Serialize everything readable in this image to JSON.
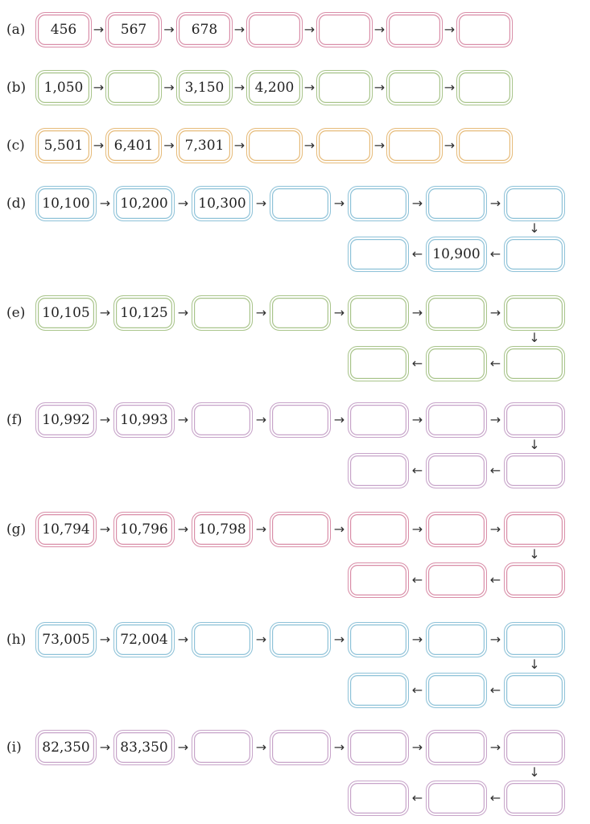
{
  "colors": {
    "pink": "#d98ea8",
    "green": "#a8c48a",
    "orange": "#e6bb7a",
    "blue": "#8ec2d8",
    "lilac": "#c7a4c9",
    "text": "#222222"
  },
  "icons": {
    "right": "arrow-right-icon",
    "left": "arrow-left-icon",
    "down": "arrow-down-icon"
  },
  "rows": [
    {
      "label": "(a)",
      "color": "pink",
      "top_values": [
        "456",
        "567",
        "678",
        "",
        "",
        "",
        ""
      ]
    },
    {
      "label": "(b)",
      "color": "green",
      "top_values": [
        "1,050",
        "",
        "3,150",
        "4,200",
        "",
        "",
        ""
      ]
    },
    {
      "label": "(c)",
      "color": "orange",
      "top_values": [
        "5,501",
        "6,401",
        "7,301",
        "",
        "",
        "",
        ""
      ]
    },
    {
      "label": "(d)",
      "color": "blue",
      "top_values": [
        "10,100",
        "10,200",
        "10,300",
        "",
        "",
        "",
        ""
      ],
      "bottom_values": [
        "",
        "10,900",
        ""
      ]
    },
    {
      "label": "(e)",
      "color": "green",
      "top_values": [
        "10,105",
        "10,125",
        "",
        "",
        "",
        "",
        ""
      ],
      "bottom_values": [
        "",
        "",
        ""
      ]
    },
    {
      "label": "(f)",
      "color": "lilac",
      "top_values": [
        "10,992",
        "10,993",
        "",
        "",
        "",
        "",
        ""
      ],
      "bottom_values": [
        "",
        "",
        ""
      ]
    },
    {
      "label": "(g)",
      "color": "pink",
      "top_values": [
        "10,794",
        "10,796",
        "10,798",
        "",
        "",
        "",
        ""
      ],
      "bottom_values": [
        "",
        "",
        ""
      ]
    },
    {
      "label": "(h)",
      "color": "blue",
      "top_values": [
        "73,005",
        "72,004",
        "",
        "",
        "",
        "",
        ""
      ],
      "bottom_values": [
        "",
        "",
        ""
      ]
    },
    {
      "label": "(i)",
      "color": "lilac",
      "top_values": [
        "82,350",
        "83,350",
        "",
        "",
        "",
        "",
        ""
      ],
      "bottom_values": [
        "",
        "",
        ""
      ]
    }
  ]
}
